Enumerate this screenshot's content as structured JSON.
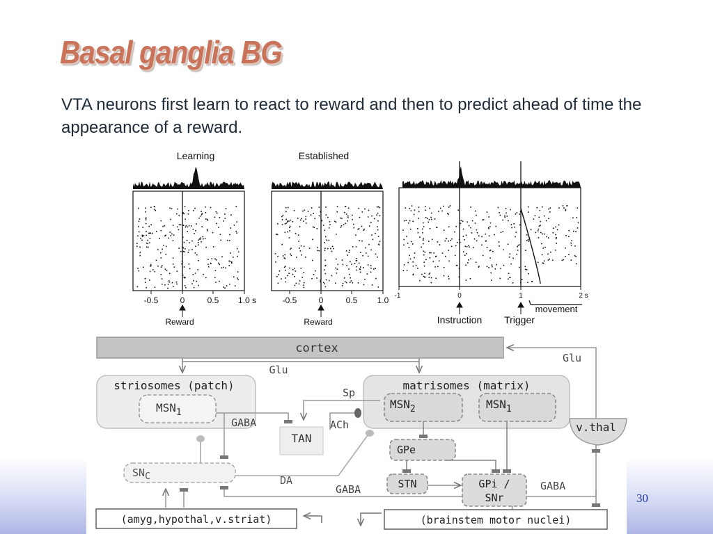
{
  "slide": {
    "title": "Basal ganglia BG",
    "body": "VTA neurons first learn to react to reward and then to predict ahead of time the appearance of a reward.",
    "page_number": "30"
  },
  "raster": {
    "learning_title": "Learning",
    "established_title": "Established",
    "ticks_learning": [
      "-0.5",
      "0",
      "0.5",
      "1.0 s"
    ],
    "ticks_established": [
      "-0.5",
      "0",
      "0.5",
      "1.0"
    ],
    "ticks_third": [
      "-1",
      "0",
      "1",
      "2 s"
    ],
    "reward_label": "Reward",
    "instruction_label": "Instruction",
    "trigger_label": "Trigger",
    "movement_label": "movement"
  },
  "circuit": {
    "cortex": "cortex",
    "glu_left": "Glu",
    "glu_right": "Glu",
    "striosomes": "striosomes (patch)",
    "matrisomes": "matrisomes (matrix)",
    "msn1_left": "MSN",
    "msn1_left_sub": "1",
    "msn2": "MSN",
    "msn2_sub": "2",
    "msn1_right": "MSN",
    "msn1_right_sub": "1",
    "sp": "Sp",
    "ach": "ACh",
    "gaba_tan": "GABA",
    "tan": "TAN",
    "gpe": "GPe",
    "stn": "STN",
    "snc": "SN",
    "snc_sub": "C",
    "da": "DA",
    "gaba_bottom": "GABA",
    "gpi_line1": "GPi /",
    "gpi_line2": "SNr",
    "gaba_right": "GABA",
    "vthal": "v.thal",
    "amyg": "(amyg,hypothal,v.striat)",
    "brainstem": "(brainstem motor nuclei)"
  }
}
